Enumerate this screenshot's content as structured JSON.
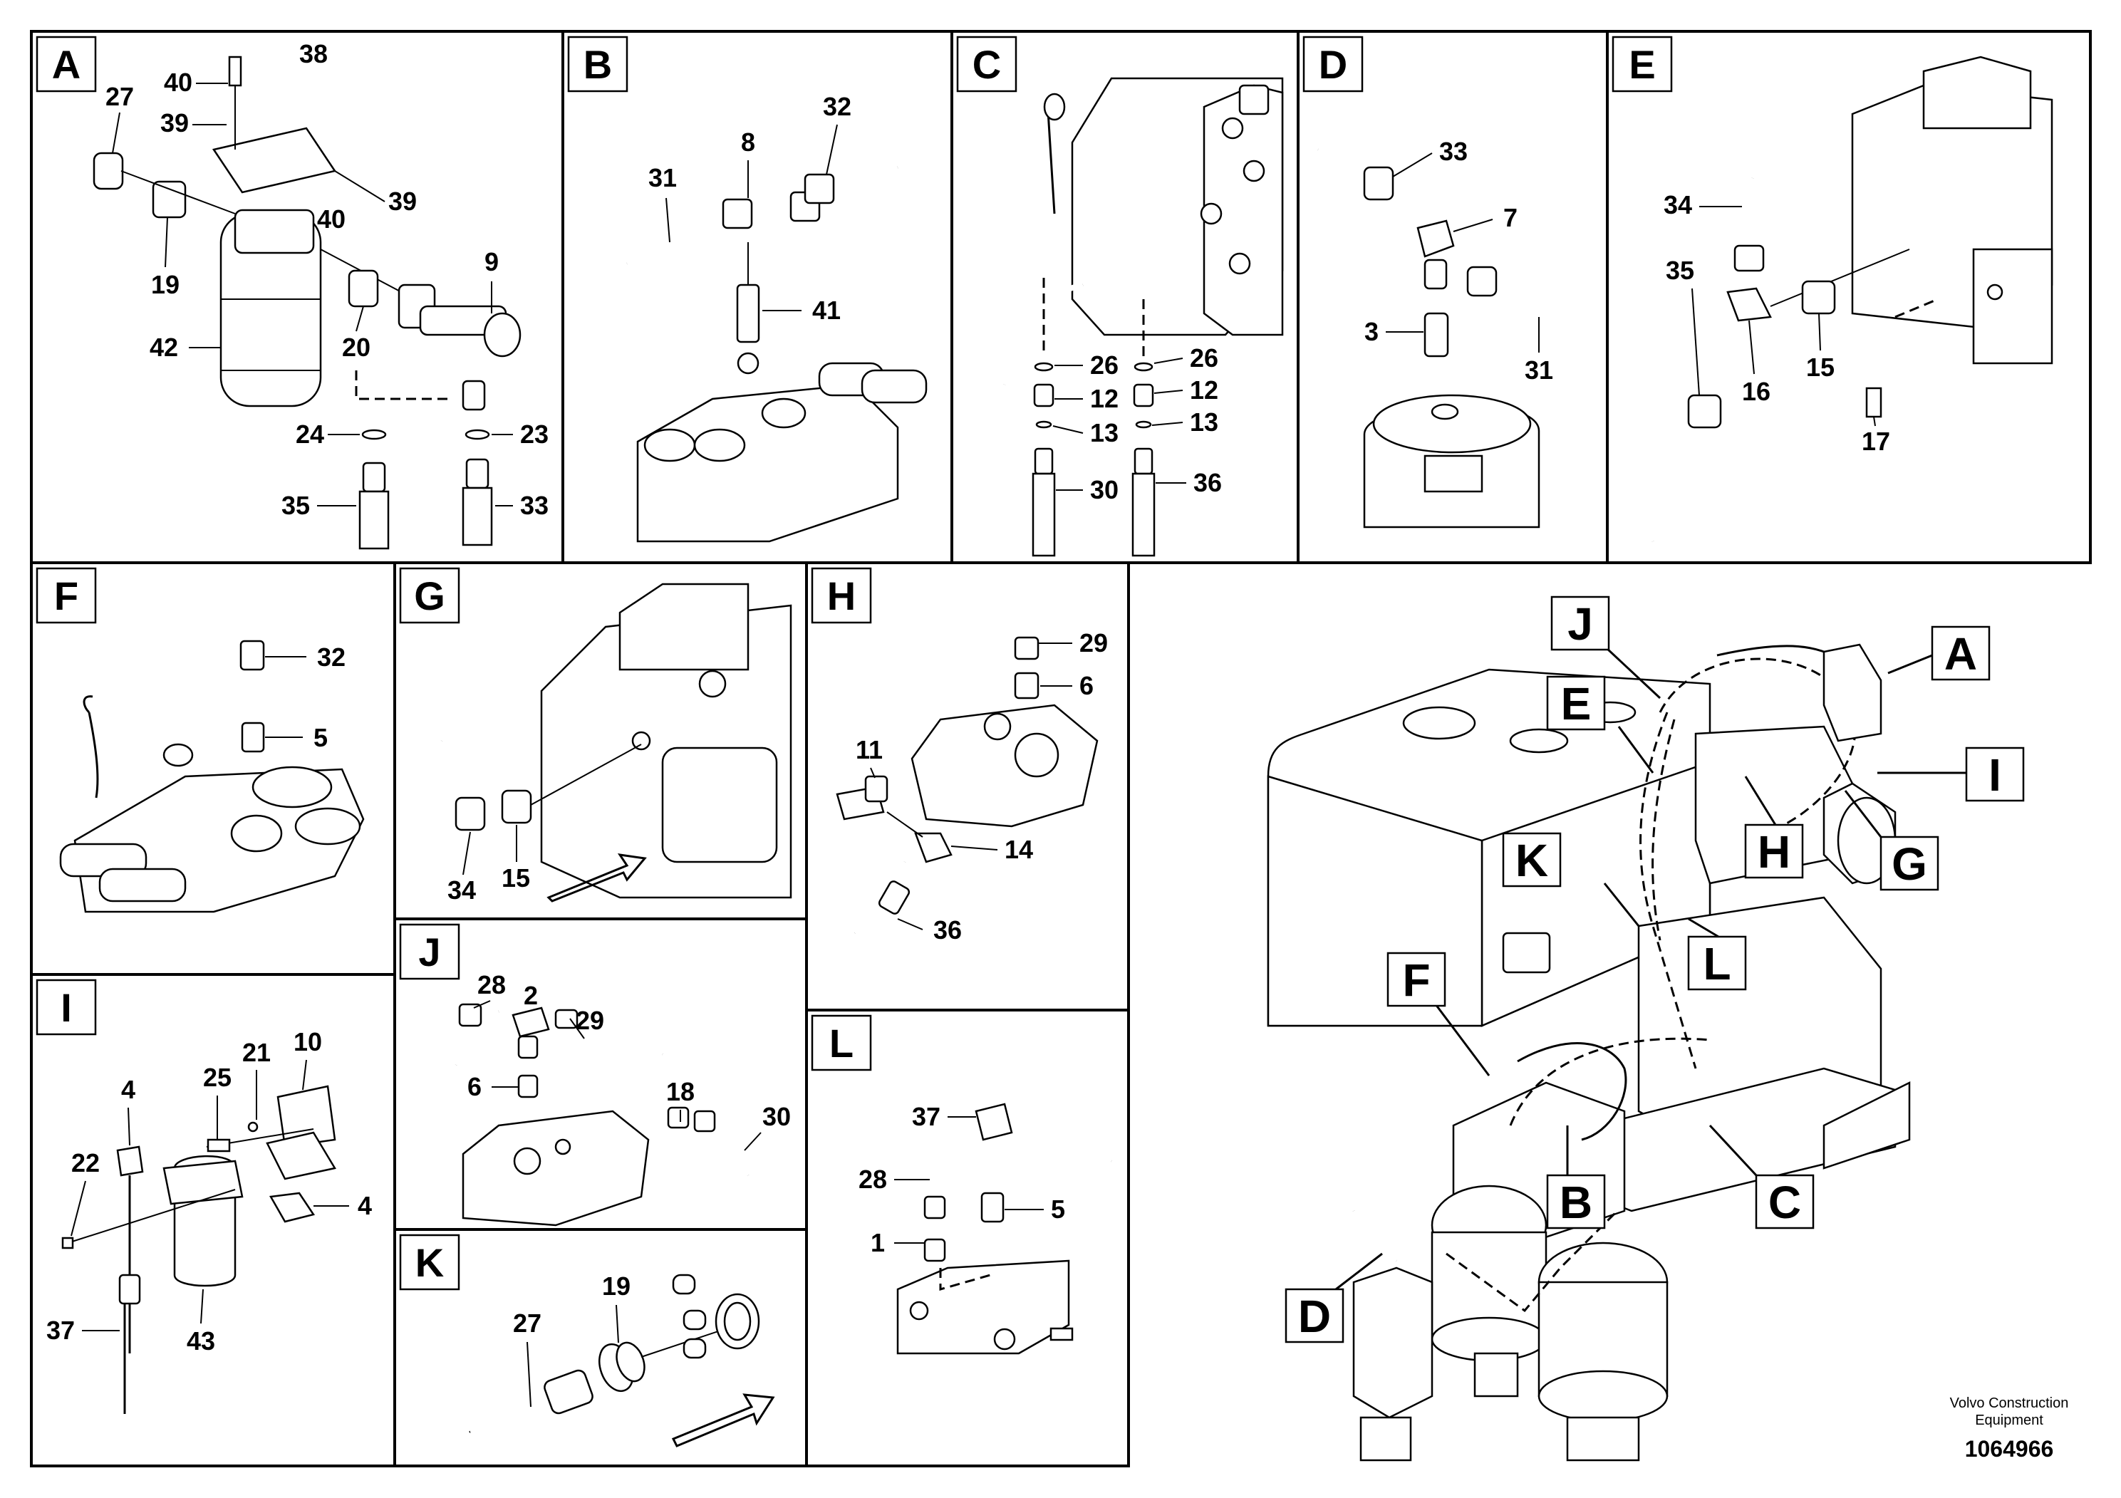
{
  "panels": {
    "A": {
      "letter": "A",
      "parts": [
        "38",
        "40",
        "27",
        "39",
        "39",
        "40",
        "19",
        "9",
        "42",
        "20",
        "24",
        "23",
        "35",
        "33"
      ]
    },
    "B": {
      "letter": "B",
      "parts": [
        "32",
        "8",
        "31",
        "41"
      ]
    },
    "C": {
      "letter": "C",
      "parts": [
        "26",
        "26",
        "12",
        "12",
        "13",
        "13",
        "30",
        "36"
      ]
    },
    "D": {
      "letter": "D",
      "parts": [
        "33",
        "7",
        "3",
        "31"
      ]
    },
    "E": {
      "letter": "E",
      "parts": [
        "34",
        "35",
        "15",
        "16",
        "17"
      ]
    },
    "F": {
      "letter": "F",
      "parts": [
        "32",
        "5"
      ]
    },
    "G": {
      "letter": "G",
      "parts": [
        "34",
        "15"
      ]
    },
    "H": {
      "letter": "H",
      "parts": [
        "29",
        "6",
        "11",
        "14",
        "36"
      ]
    },
    "I": {
      "letter": "I",
      "parts": [
        "21",
        "10",
        "25",
        "4",
        "22",
        "4",
        "37",
        "43"
      ]
    },
    "J": {
      "letter": "J",
      "parts": [
        "28",
        "2",
        "29",
        "18",
        "6",
        "30"
      ]
    },
    "K": {
      "letter": "K",
      "parts": [
        "19",
        "27"
      ]
    },
    "L": {
      "letter": "L",
      "parts": [
        "37",
        "28",
        "5",
        "1"
      ]
    }
  },
  "overview_labels": [
    "J",
    "E",
    "A",
    "I",
    "K",
    "H",
    "G",
    "L",
    "F",
    "B",
    "C",
    "D"
  ],
  "footer": {
    "company_line1": "Volvo Construction",
    "company_line2": "Equipment",
    "drawing_number": "1064966"
  }
}
